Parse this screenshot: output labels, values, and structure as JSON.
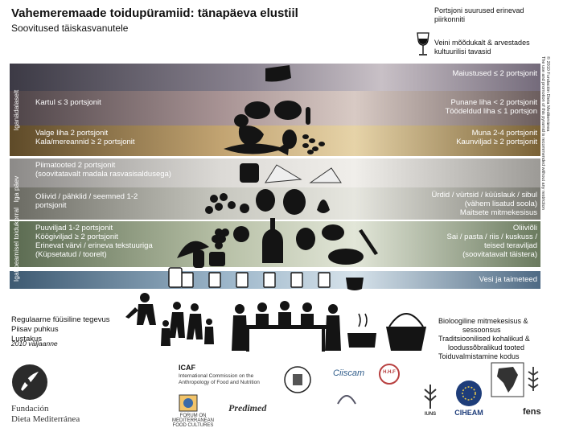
{
  "header": {
    "title": "Vahemeremaade toidupüramiid: tänapäeva elustiil",
    "subtitle": "Soovitused täiskasvanutele"
  },
  "notes": {
    "portion": "Portsjoni suurused erinevad piirkonniti",
    "wine": "Veini mõõdukalt & arvestades kultuurilisi tavasid"
  },
  "side_labels": {
    "weekly": "Iganädalaselt",
    "daily": "Iga päev",
    "every_meal": "Igal peamisel toidukorral"
  },
  "band_texts": {
    "sweets": "Maiustused ≤ 2 portsjonit",
    "potato": "Kartul ≤ 3 portsjonit",
    "red_meat_1": "Punane liha < 2 portsjonit",
    "red_meat_2": "Töödeldud liha ≤ 1 portsjon",
    "white_meat_1": "Valge liha 2 portsjonit",
    "white_meat_2": "Kala/mereannid ≥ 2 portsjonit",
    "eggs_1": "Muna 2-4 portsjonit",
    "eggs_2": "Kaunviljad ≥ 2 portsjonit",
    "dairy_1": "Piimatooted 2 portsjonit",
    "dairy_2": "(soovitatavalt madala rasvasisaldusega)",
    "olives_1": "Oliivid / pähklid / seemned 1-2",
    "olives_2": "portsjonit",
    "herbs_1": "Ürdid / vürtsid / küüslauk / sibul",
    "herbs_2": "(vähem lisatud soola)",
    "herbs_3": "Maitsete mitmekesisus",
    "fruit_1": "Puuviljad 1-2 portsjonit",
    "fruit_2": "Köögiviljad ≥ 2 portsjonit",
    "fruit_3": "Erinevat värvi / erineva tekstuuriga",
    "fruit_4": "(Küpsetatud / toorelt)",
    "oil_1": "Oliiviõli",
    "oil_2": "Sai / pasta / riis / kuskuss /",
    "oil_3": "teised teraviljad",
    "oil_4": "(soovitatavalt täistera)",
    "water": "Vesi ja taimeteed"
  },
  "bottom_left": {
    "line1": "Regulaarne füüsiline tegevus",
    "line2": "Piisav puhkus",
    "line3": "Lustakus"
  },
  "bottom_right": {
    "line1": "Bioloogiline mitmekesisus &",
    "line2": "sessoonsus",
    "line3": "Traditsioonilised kohalikud &",
    "line4": "loodussõbralikud tooted",
    "line5": "Toiduvalmistamine kodus"
  },
  "edition": "2010 väljaanne",
  "copyright": {
    "line1": "© 2010 Fundación Dieta Mediterránea",
    "line2": "The use and promotion of this pyramid is recommended without any restriction"
  },
  "logos": {
    "fdm_line1": "Fundación",
    "fdm_line2": "Dieta Mediterránea",
    "icaf": "ICAF",
    "icaf_desc": "International Commission on the Anthropology of Food and Nutrition",
    "forum": "FORUM ON MEDITERRANEAN FOOD CULTURES",
    "predimed": "Predimed",
    "ciiscam": "Ciiscam",
    "hhf": "H.H.F",
    "iuns": "IUNS",
    "ciheam": "CIHEAM",
    "fens": "fens"
  },
  "colors": {
    "weekly_band": "#8a8390",
    "meat_band": "#a89394",
    "egg_band": "#c2a472",
    "dairy_band": "#dcdad6",
    "herb_band": "#c8c8c0",
    "meal_band": "#b7c0a6",
    "water_band": "#9ab4c8"
  }
}
